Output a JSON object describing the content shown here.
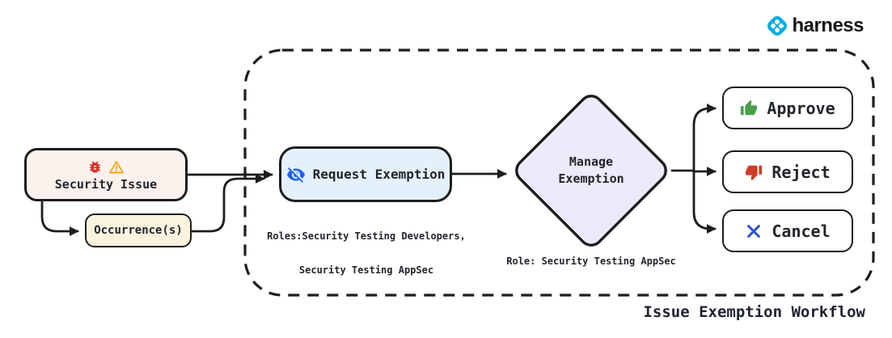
{
  "brand": {
    "name": "harness"
  },
  "diagram": {
    "caption": "Issue Exemption Workflow",
    "nodes": {
      "security_issue": {
        "label": "Security Issue"
      },
      "occurrences": {
        "label": "Occurrence(s)"
      },
      "request_exemption": {
        "label": "Request Exemption"
      },
      "manage_exemption": {
        "line1": "Manage",
        "line2": "Exemption"
      },
      "approve": {
        "label": "Approve"
      },
      "reject": {
        "label": "Reject"
      },
      "cancel": {
        "label": "Cancel"
      }
    },
    "notes": {
      "request_roles_line1": "Roles:Security Testing Developers,",
      "request_roles_line2": "Security Testing AppSec",
      "manage_role": "Role: Security Testing AppSec"
    }
  },
  "colors": {
    "brand_blue": "#00ade4",
    "bug_red": "#d93025",
    "warning_orange": "#f59e0b",
    "exemption_blue": "#2563eb",
    "approve_green": "#4a9e4c",
    "reject_red": "#cf3b28",
    "cancel_blue": "#2c52d8",
    "security_issue_fill": "#fdf1ee",
    "occurrences_fill": "#fbf3de",
    "request_fill": "#e4f1fc",
    "diamond_fill": "#eceafb",
    "outline": "#1d1d1d"
  }
}
